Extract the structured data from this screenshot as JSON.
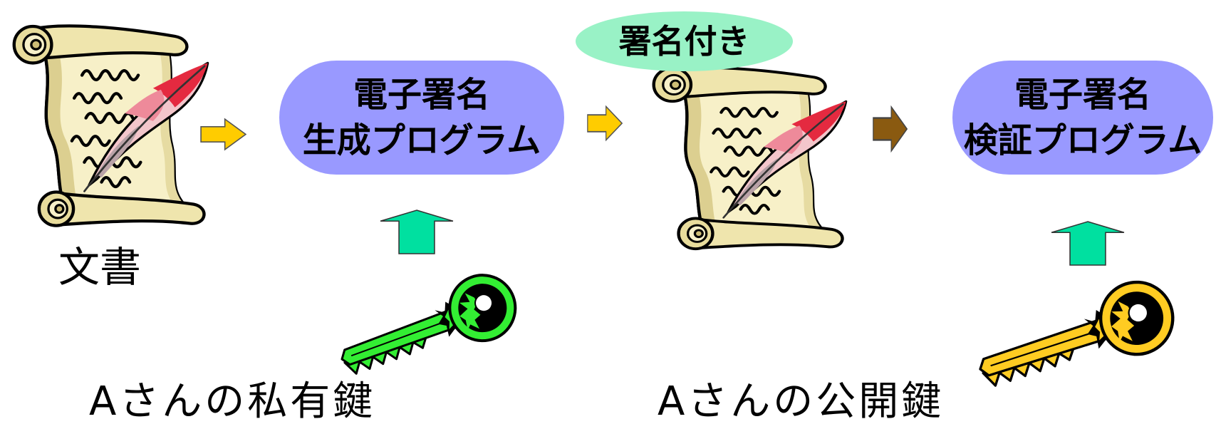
{
  "document": {
    "label": "文書"
  },
  "signing_program": {
    "line1": "電子署名",
    "line2": "生成プログラム"
  },
  "signed_badge": {
    "label": "署名付き"
  },
  "verification_program": {
    "line1": "電子署名",
    "line2": "検証プログラム"
  },
  "private_key": {
    "label": "Aさんの私有鍵"
  },
  "public_key": {
    "label": "Aさんの公開鍵"
  },
  "icons": {
    "document": "scroll-quill-icon",
    "signed_document": "scroll-quill-icon",
    "private_key": "green-key-icon",
    "public_key": "gold-key-icon",
    "flow_arrows": [
      "arrow-right-icon",
      "arrow-right-icon",
      "arrow-right-icon"
    ],
    "key_input_arrows": [
      "arrow-up-icon",
      "arrow-up-icon"
    ]
  },
  "colors": {
    "program_box": "#9999ff",
    "signed_badge": "#99f2c6",
    "arrow_yellow": "#ffcc00",
    "arrow_brown": "#8a5a10",
    "arrow_up": "#00e0a0",
    "private_key": "#33ee33",
    "public_key": "#ffcc22"
  }
}
